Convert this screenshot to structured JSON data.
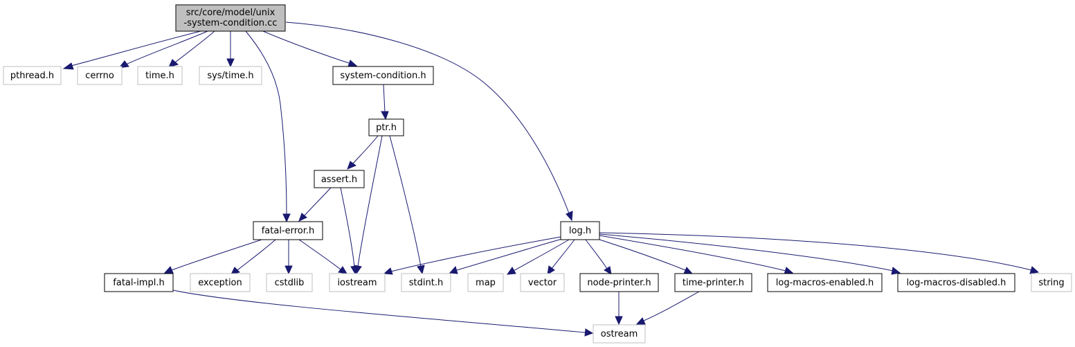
{
  "colors": {
    "edge": "#191970",
    "root_fill": "#bfbfbf",
    "node_fill": "#ffffff",
    "documented_border": "#000000",
    "external_border": "#bfbfbf"
  },
  "nodes": {
    "root": [
      "src/core/model/unix",
      "-system-condition.cc"
    ],
    "pthread": "pthread.h",
    "cerrno": "cerrno",
    "time": "time.h",
    "systime": "sys/time.h",
    "syscond": "system-condition.h",
    "ptr": "ptr.h",
    "assert": "assert.h",
    "fatalerror": "fatal-error.h",
    "logh": "log.h",
    "fatalimpl": "fatal-impl.h",
    "exception": "exception",
    "cstdlib": "cstdlib",
    "iostream": "iostream",
    "stdint": "stdint.h",
    "map": "map",
    "vector": "vector",
    "nodeprinter": "node-printer.h",
    "timeprinter": "time-printer.h",
    "logmacrosenabled": "log-macros-enabled.h",
    "logmacrosdisabled": "log-macros-disabled.h",
    "string": "string",
    "ostream": "ostream"
  }
}
